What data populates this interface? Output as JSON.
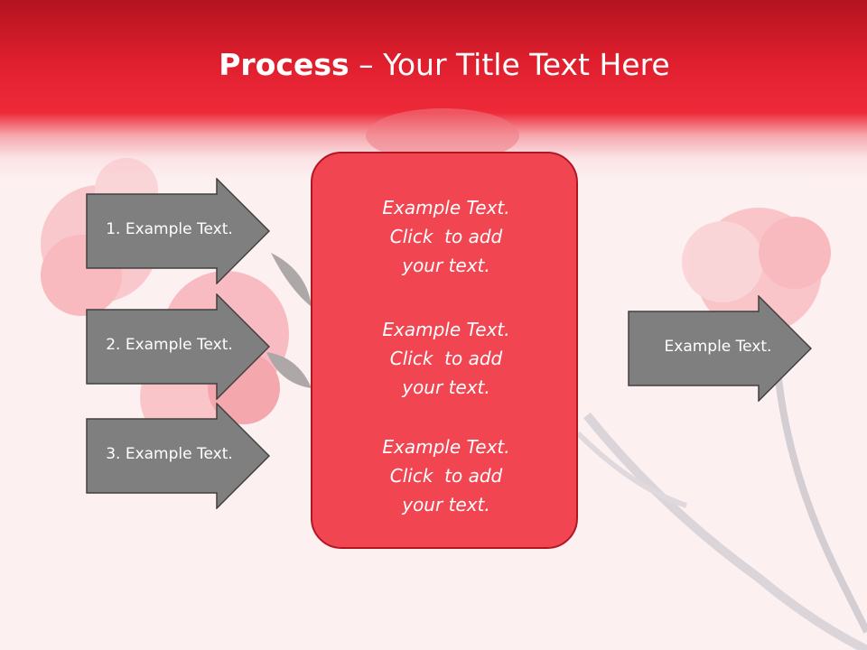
{
  "slide": {
    "title_bold": "Process",
    "title_rest": " – Your Title Text Here"
  },
  "left_arrows": [
    {
      "label": "1. Example Text."
    },
    {
      "label": "2. Example Text."
    },
    {
      "label": "3. Example Text."
    }
  ],
  "center_box": {
    "paragraphs": [
      {
        "lines": [
          "Example Text.",
          "Click  to add",
          "your text."
        ]
      },
      {
        "lines": [
          "Example Text.",
          "Click  to add",
          "your text."
        ]
      },
      {
        "lines": [
          "Example Text.",
          "Click  to add",
          "your text."
        ]
      }
    ]
  },
  "right_arrow": {
    "label": "Example Text."
  },
  "colors": {
    "header_red": "#e01f2e",
    "arrow_gray": "#7f7f7f",
    "box_red": "#f24552",
    "background": "#fdf0f1"
  }
}
